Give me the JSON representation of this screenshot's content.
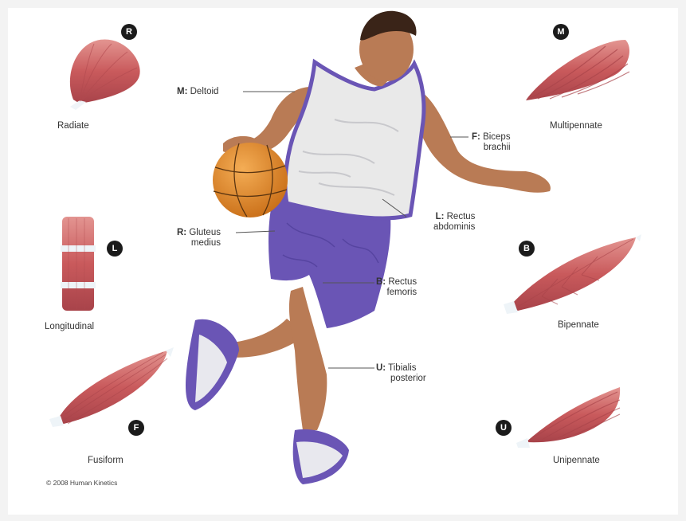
{
  "labels": {
    "deltoid": {
      "code": "M:",
      "name": "Deltoid"
    },
    "biceps": {
      "code": "F:",
      "name1": "Biceps",
      "name2": "brachii"
    },
    "gluteus": {
      "code": "R:",
      "name1": "Gluteus",
      "name2": "medius"
    },
    "rectus_abdominis": {
      "code": "L:",
      "name1": "Rectus",
      "name2": "abdominis"
    },
    "rectus_femoris": {
      "code": "B:",
      "name1": "Rectus",
      "name2": "femoris"
    },
    "tibialis": {
      "code": "U:",
      "name1": "Tibialis",
      "name2": "posterior"
    }
  },
  "muscle_types": {
    "radiate": {
      "badge": "R",
      "caption": "Radiate"
    },
    "multipennate": {
      "badge": "M",
      "caption": "Multipennate"
    },
    "longitudinal": {
      "badge": "L",
      "caption": "Longitudinal"
    },
    "bipennate": {
      "badge": "B",
      "caption": "Bipennate"
    },
    "fusiform": {
      "badge": "F",
      "caption": "Fusiform"
    },
    "unipennate": {
      "badge": "U",
      "caption": "Unipennate"
    }
  },
  "copyright": "© 2008 Human Kinetics",
  "colors": {
    "muscle": "#c9575b",
    "muscle_light": "#e28a86",
    "tendon": "#eef4f8",
    "skin": "#b97b55",
    "jersey": "#e9e9e9",
    "purple": "#6a55b5",
    "ball": "#e08a28"
  }
}
